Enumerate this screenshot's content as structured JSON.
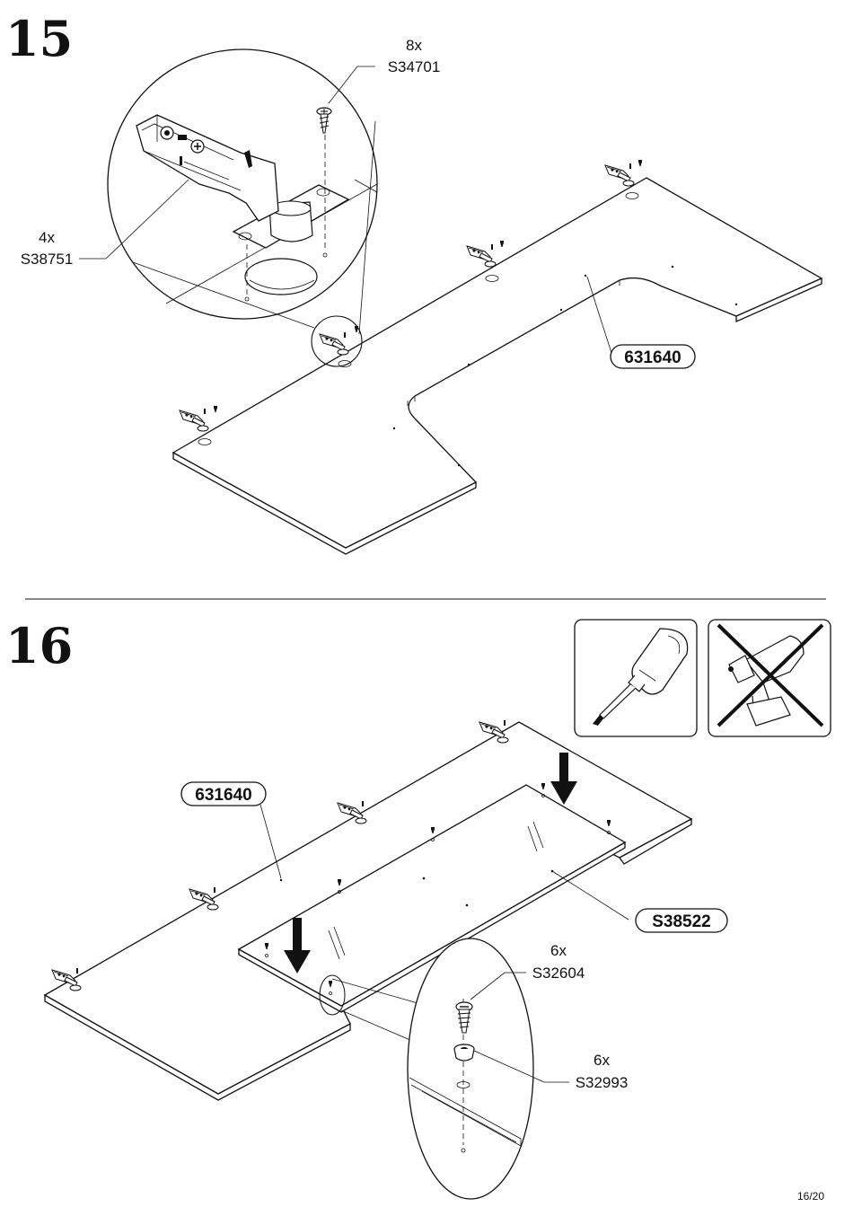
{
  "step15": {
    "number": "15",
    "screw_qty": "8x",
    "screw_code": "S34701",
    "hinge_qty": "4x",
    "hinge_code": "S38751",
    "panel_code": "631640"
  },
  "step16": {
    "number": "16",
    "panel_code": "631640",
    "glass_code": "S38522",
    "screw_qty": "6x",
    "screw_code": "S32604",
    "cap_qty": "6x",
    "cap_code": "S32993",
    "tools": [
      {
        "name": "screwdriver-icon",
        "allowed": true
      },
      {
        "name": "power-drill-icon",
        "allowed": false
      }
    ]
  },
  "page": {
    "number": "16/20"
  }
}
